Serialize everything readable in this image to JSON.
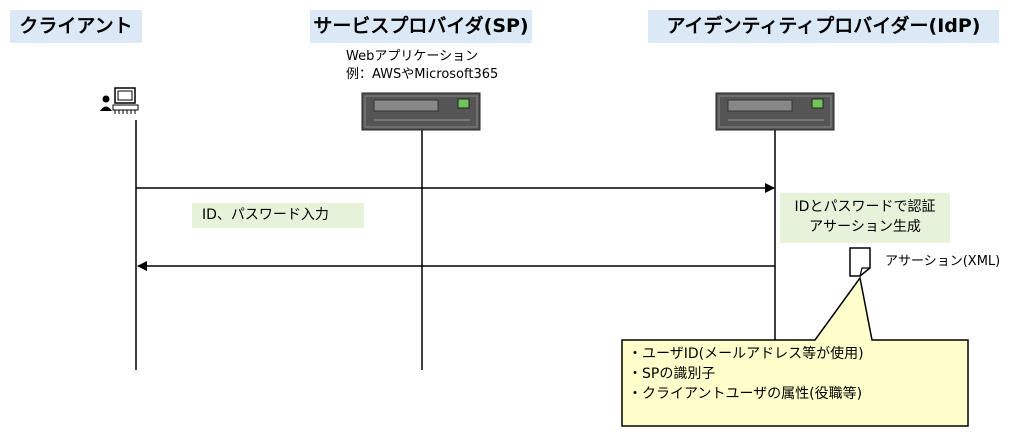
{
  "headers": {
    "client": "クライアント",
    "sp": "サービスプロバイダ(SP)",
    "idp": "アイデンティティプロバイダー(IdP)"
  },
  "sp_note": {
    "line1": "Webアプリケーション",
    "line2": "例：AWSやMicrosoft365"
  },
  "messages": {
    "to_idp": "ID、パスワード入力",
    "idp_process_line1": "IDとパスワードで認証",
    "idp_process_line2": "アサーション生成"
  },
  "assertion_label": "アサーション(XML)",
  "callout": {
    "items": [
      "・ユーザID(メールアドレス等が使用)",
      "・SPの識別子",
      "・クライアントユーザの属性(役職等)"
    ]
  },
  "colors": {
    "header_bg": "#dbe9f6",
    "green_box": "#e6f2da",
    "callout_bg": "#ffffcc",
    "server_body": "#555555",
    "server_light": "#6fc45a"
  },
  "icons": {
    "client": "user-computer-icon",
    "sp": "server-icon",
    "idp": "server-icon",
    "document": "document-icon"
  }
}
